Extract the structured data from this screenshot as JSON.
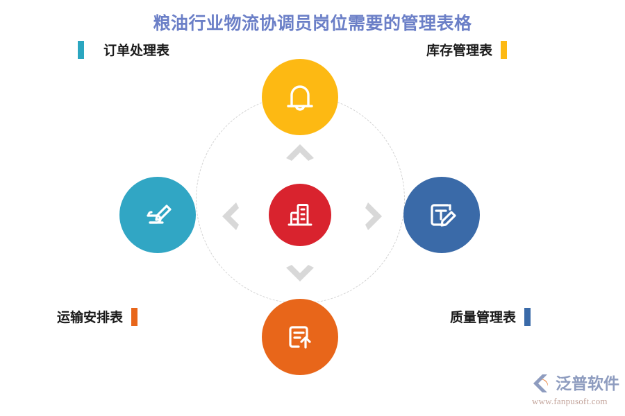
{
  "title": "粮油行业物流协调员岗位需要的管理表格",
  "title_color": "#6b7fc7",
  "labels": {
    "order": {
      "text": "订单处理表",
      "bar_color": "#2ba6c0",
      "bar_side": "left"
    },
    "stock": {
      "text": "库存管理表",
      "bar_color": "#fdb913",
      "bar_side": "right"
    },
    "transport": {
      "text": "运输安排表",
      "bar_color": "#e8661a",
      "bar_side": "right"
    },
    "quality": {
      "text": "质量管理表",
      "bar_color": "#3a6aa8",
      "bar_side": "right"
    }
  },
  "nodes": {
    "top": {
      "icon": "bell-icon",
      "color": "#fdb913",
      "linked_label": "库存管理表"
    },
    "left": {
      "icon": "signature-pen-icon",
      "color": "#31a6c4",
      "linked_label": "订单处理表"
    },
    "right": {
      "icon": "text-edit-icon",
      "color": "#3a6aa8",
      "linked_label": "质量管理表"
    },
    "bottom": {
      "icon": "document-upload-icon",
      "color": "#e8661a",
      "linked_label": "运输安排表"
    },
    "center": {
      "icon": "building-icon",
      "color": "#d9232e",
      "linked_label": ""
    }
  },
  "connectors": {
    "up": "chevron-up-icon",
    "down": "chevron-down-icon",
    "left": "chevron-left-icon",
    "right": "chevron-right-icon",
    "color": "#d8d8d8",
    "orbit": "dashed-circle"
  },
  "watermark": {
    "brand": "泛普软件",
    "url": "www.fanpusoft.com",
    "brand_color": "#8e9cbf",
    "url_color": "#c2a39a",
    "accent_color": "#e8823c"
  }
}
